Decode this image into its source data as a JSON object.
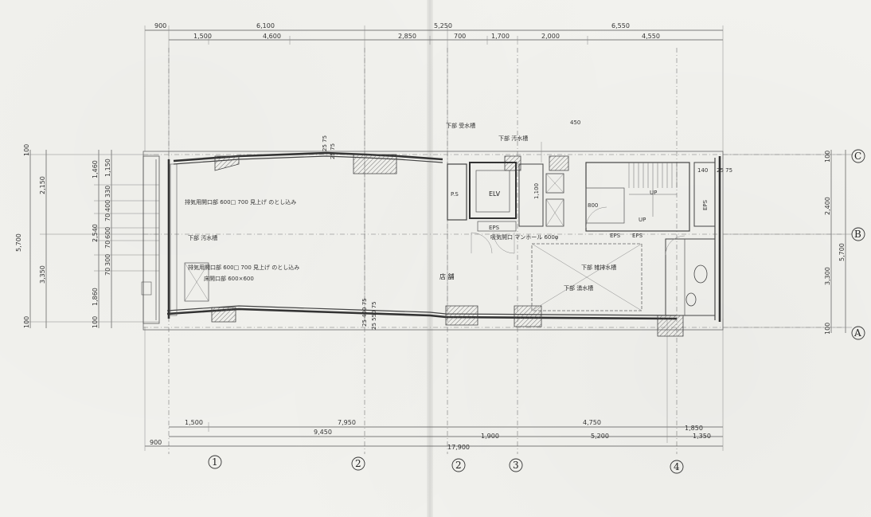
{
  "top_dims_row1": [
    "900",
    "6,100",
    "5,250",
    "6,550"
  ],
  "top_dims_row2": [
    "1,500",
    "4,600",
    "2,850",
    "700",
    "1,700",
    "2,000",
    "4,550"
  ],
  "bottom_dims_row1": [
    "1,500",
    "7,950",
    "4,750",
    "1,850"
  ],
  "bottom_dims_row2": [
    "9,450",
    "1,900",
    "5,200",
    "1,350"
  ],
  "bottom_dims_row3": [
    "900",
    "17,900"
  ],
  "left_dims_outer": [
    "100",
    "5,700",
    "100"
  ],
  "left_dims_mid": [
    "2,150",
    "2,540",
    "3,350"
  ],
  "left_dims_inner": [
    "1,460",
    "1,150",
    "330",
    "400",
    "70",
    "600",
    "70",
    "300",
    "70",
    "1,860",
    "100"
  ],
  "right_dims_outer": [
    "100",
    "5,700",
    "100"
  ],
  "right_dims_inner": [
    "2,400",
    "3,300"
  ],
  "grid_rows": [
    "C",
    "B",
    "A"
  ],
  "grid_cols": [
    "1",
    "2",
    "2",
    "3",
    "4"
  ],
  "rooms": {
    "store": "店 舗",
    "elevator": "ELV",
    "ps": "P.S",
    "eps1": "EPS",
    "eps2": "EPS",
    "eps3": "EPS",
    "eps4": "EPS"
  },
  "notes": {
    "n1": "下部 汚水槽",
    "n2": "下部 雑排水槽",
    "n3": "下部 湧水槽",
    "n4": "下部 受水槽",
    "n5": "下部 汚水槽",
    "n6": "排気用開口部 600□ 700 見上げ のとし込み",
    "n7": "排気用開口部 600□ 700 見上げ のとし込み",
    "n8": "床開口部 600×600",
    "n9": "吸気開口 マンホール 600φ",
    "n10": "450",
    "n11": "1,100",
    "n12": "UP",
    "n13": "UP",
    "n14": "800",
    "n15": "140",
    "n16": "25 75",
    "n17": "25 75",
    "n18": "25 400 75",
    "n19": "25 550 75",
    "n20": "25 75"
  }
}
